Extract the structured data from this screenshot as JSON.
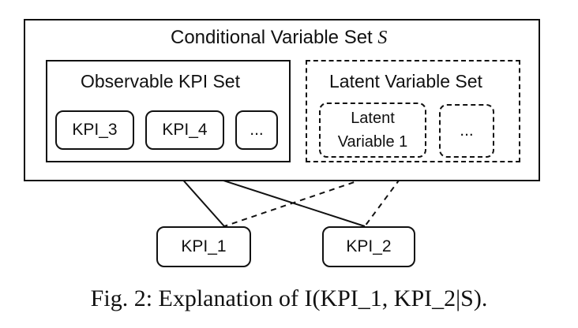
{
  "diagram": {
    "outer_box": {
      "title": "Conditional Variable Set",
      "title_symbol": "S"
    },
    "observable_set": {
      "title": "Observable KPI Set",
      "items": [
        "KPI_3",
        "KPI_4",
        "..."
      ]
    },
    "latent_set": {
      "title": "Latent Variable Set",
      "items": [
        "Latent\nVariable 1",
        "..."
      ]
    },
    "targets": [
      "KPI_1",
      "KPI_2"
    ],
    "edges": [
      {
        "from": "Observable KPI Set",
        "to": "KPI_1",
        "style": "solid"
      },
      {
        "from": "Observable KPI Set",
        "to": "KPI_2",
        "style": "solid"
      },
      {
        "from": "Latent Variable 1",
        "to": "KPI_1",
        "style": "dashed"
      },
      {
        "from": "Latent Variable 1",
        "to": "KPI_2",
        "style": "dashed"
      }
    ]
  },
  "caption": "Fig. 2: Explanation of I(KPI_1, KPI_2|S)."
}
